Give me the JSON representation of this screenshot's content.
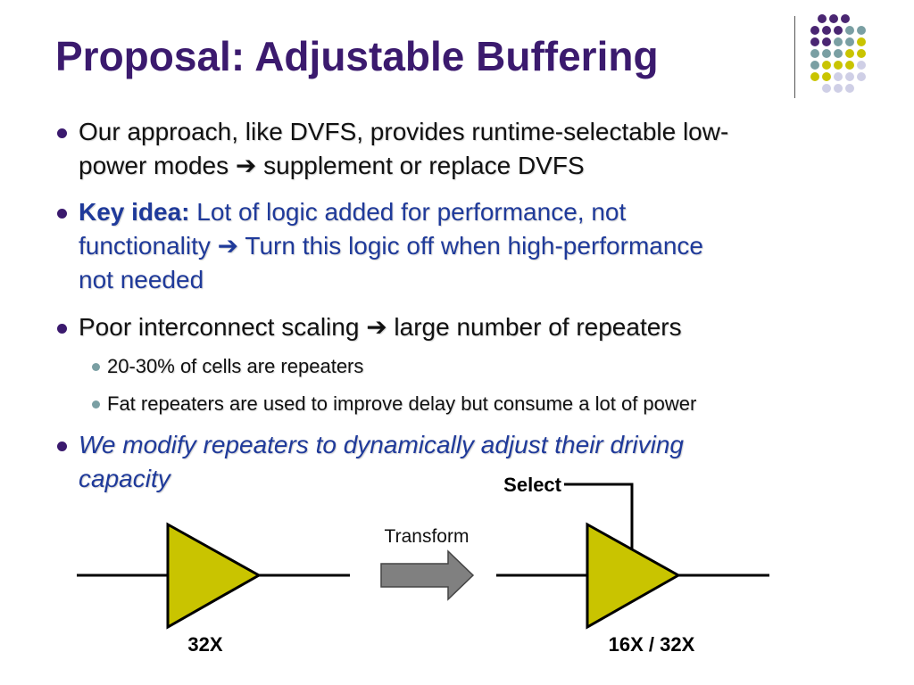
{
  "slide": {
    "title": "Proposal: Adjustable Buffering",
    "colors": {
      "title": "#3b1a6e",
      "accent_text": "#1f3a9a",
      "bullet_l1": "#3b1a6e",
      "bullet_l2": "#7a9fa3",
      "buffer_fill": "#c9c400",
      "arrow_fill": "#808080",
      "deco_purple": "#4a2672",
      "deco_teal": "#7a9fa3",
      "deco_yellow": "#c9c400",
      "deco_lavender": "#cfcfe6"
    },
    "bullets": [
      {
        "part1": "Our approach, like DVFS, provides runtime-selectable low-",
        "part2": "power modes",
        "arrow": "➔",
        "part3": " supplement or replace DVFS"
      },
      {
        "label": "Key idea:",
        "part1": " Lot of logic added for performance, not",
        "part2": "functionality",
        "arrow": "➔",
        "part3": " Turn this logic off when high-performance",
        "part4": "not needed"
      },
      {
        "part1": "Poor interconnect scaling",
        "arrow": "➔",
        "part2": " large number of repeaters",
        "sub": [
          "20-30% of cells are repeaters",
          "Fat repeaters are used to improve delay but consume a lot of power"
        ]
      },
      {
        "line1": "We modify repeaters to dynamically adjust their driving",
        "line2": "capacity"
      }
    ],
    "diagram": {
      "left_label": "32X",
      "transform_label": "Transform",
      "select_label": "Select",
      "right_label": "16X / 32X"
    }
  }
}
